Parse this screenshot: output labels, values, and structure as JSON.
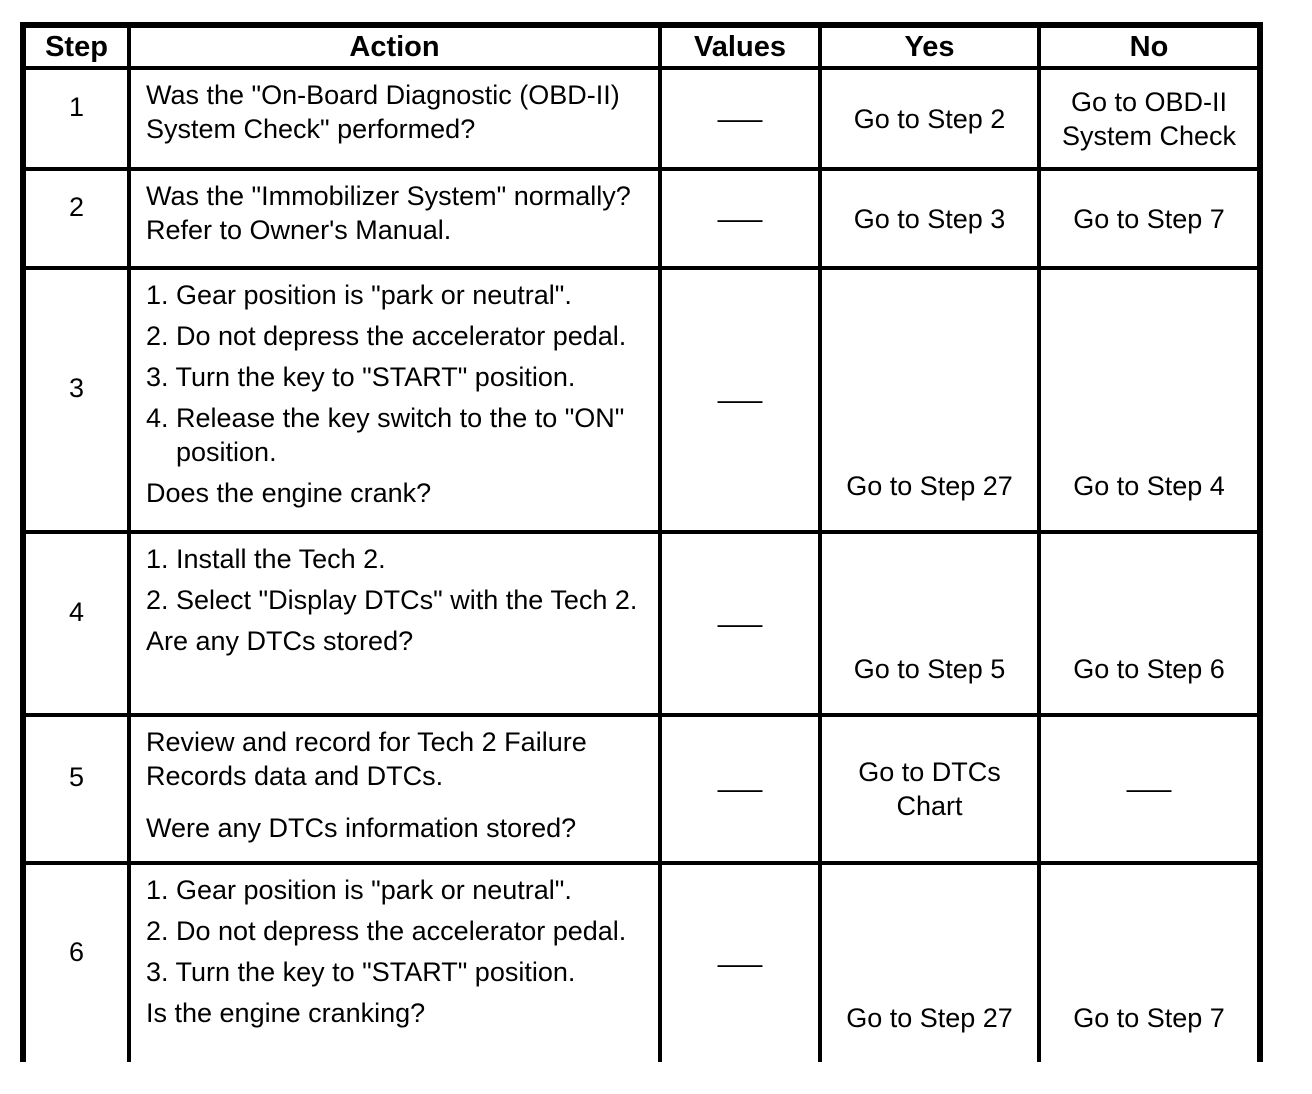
{
  "table": {
    "headers": [
      "Step",
      "Action",
      "Values",
      "Yes",
      "No"
    ],
    "colors": {
      "border": "#000000",
      "text": "#000000",
      "background": "#ffffff"
    },
    "rows": [
      {
        "step": "1",
        "action": [
          {
            "kind": "para",
            "text": "Was the \"On-Board Diagnostic (OBD-II) System Check\" performed?"
          }
        ],
        "values": "–––",
        "yes": "Go to Step 2",
        "no": "Go to OBD-II System Check",
        "answer_align": "center"
      },
      {
        "step": "2",
        "action": [
          {
            "kind": "para",
            "text": "Was the \"Immobilizer System\" normally? Refer to Owner's Manual."
          }
        ],
        "values": "–––",
        "yes": "Go to Step 3",
        "no": "Go to Step 7",
        "answer_align": "center"
      },
      {
        "step": "3",
        "action": [
          {
            "kind": "num",
            "label": "1.",
            "text": "Gear position is \"park or neutral\"."
          },
          {
            "kind": "num",
            "label": "2.",
            "text": "Do not depress the accelerator pedal."
          },
          {
            "kind": "num",
            "label": "3.",
            "text": "Turn the key to \"START\" position."
          },
          {
            "kind": "num",
            "label": "4.",
            "text": "Release the key switch to the to \"ON\" position."
          },
          {
            "kind": "question",
            "text": "Does the engine crank?"
          }
        ],
        "values": "–––",
        "yes": "Go to Step 27",
        "no": "Go to Step 4",
        "answer_align": "bottom"
      },
      {
        "step": "4",
        "action": [
          {
            "kind": "num",
            "label": "1.",
            "text": "Install the Tech 2."
          },
          {
            "kind": "num",
            "label": "2.",
            "text": "Select \"Display DTCs\" with the Tech 2."
          },
          {
            "kind": "question",
            "text": "Are any DTCs stored?"
          }
        ],
        "values": "–––",
        "yes": "Go to Step 5",
        "no": "Go to Step 6",
        "answer_align": "bottom"
      },
      {
        "step": "5",
        "action": [
          {
            "kind": "para",
            "text": "Review and record for Tech 2 Failure Records data and DTCs."
          },
          {
            "kind": "question",
            "gap": true,
            "text": "Were any DTCs information stored?"
          }
        ],
        "values": "–––",
        "yes": "Go to DTCs Chart",
        "no": "–––",
        "answer_align": "center"
      },
      {
        "step": "6",
        "action": [
          {
            "kind": "num",
            "label": "1.",
            "text": "Gear position is \"park or neutral\"."
          },
          {
            "kind": "num",
            "label": "2.",
            "text": "Do not depress the accelerator pedal."
          },
          {
            "kind": "num",
            "label": "3.",
            "text": "Turn the key to \"START\" position."
          },
          {
            "kind": "question",
            "text": "Is the engine cranking?"
          }
        ],
        "values": "–––",
        "yes": "Go to Step 27",
        "no": "Go to Step 7",
        "answer_align": "bottom"
      }
    ]
  }
}
